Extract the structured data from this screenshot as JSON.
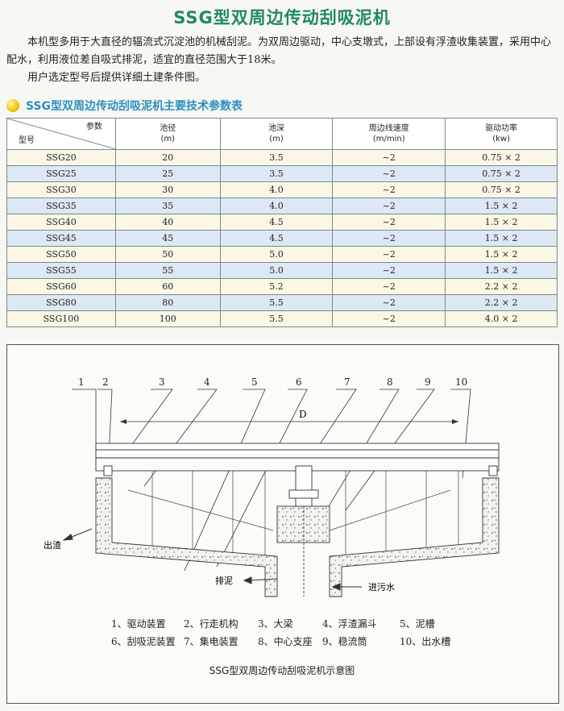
{
  "title": "SSG型双周边传动刮吸泥机",
  "intro": {
    "para1": "本机型多用于大直径的辐流式沉淀池的机械刮泥。为双周边驱动，中心支墩式，上部设有浮渣收集装置，采用中心配水，利用液位差自吸式排泥，适宜的直径范围大于18米。",
    "para2": "用户选定型号后提供详细土建条件图。"
  },
  "table_title": "SSG型双周边传动刮吸泥机主要技术参数表",
  "table": {
    "corner_top": "参数",
    "corner_bottom": "型号",
    "headers": [
      {
        "name": "池径",
        "unit": "(m)"
      },
      {
        "name": "池深",
        "unit": "(m)"
      },
      {
        "name": "周边线速度",
        "unit": "(m/min)"
      },
      {
        "name": "驱动功率",
        "unit": "(kw)"
      }
    ],
    "rows": [
      {
        "model": "SSG20",
        "diameter": "20",
        "depth": "3.5",
        "speed": "~2",
        "power": "0.75 × 2"
      },
      {
        "model": "SSG25",
        "diameter": "25",
        "depth": "3.5",
        "speed": "~2",
        "power": "0.75 × 2"
      },
      {
        "model": "SSG30",
        "diameter": "30",
        "depth": "4.0",
        "speed": "~2",
        "power": "0.75 × 2"
      },
      {
        "model": "SSG35",
        "diameter": "35",
        "depth": "4.0",
        "speed": "~2",
        "power": "1.5 × 2"
      },
      {
        "model": "SSG40",
        "diameter": "40",
        "depth": "4.5",
        "speed": "~2",
        "power": "1.5 × 2"
      },
      {
        "model": "SSG45",
        "diameter": "45",
        "depth": "4.5",
        "speed": "~2",
        "power": "1.5 × 2"
      },
      {
        "model": "SSG50",
        "diameter": "50",
        "depth": "5.0",
        "speed": "~2",
        "power": "1.5 × 2"
      },
      {
        "model": "SSG55",
        "diameter": "55",
        "depth": "5.0",
        "speed": "~2",
        "power": "1.5 × 2"
      },
      {
        "model": "SSG60",
        "diameter": "60",
        "depth": "5.2",
        "speed": "~2",
        "power": "2.2 × 2"
      },
      {
        "model": "SSG80",
        "diameter": "80",
        "depth": "5.5",
        "speed": "~2",
        "power": "2.2 × 2"
      },
      {
        "model": "SSG100",
        "diameter": "100",
        "depth": "5.5",
        "speed": "~2",
        "power": "4.0 × 2"
      }
    ]
  },
  "diagram": {
    "numbers": [
      "1",
      "2",
      "3",
      "4",
      "5",
      "6",
      "7",
      "8",
      "9",
      "10"
    ],
    "dimension_label": "D",
    "label_outlet_scum": "出渣",
    "label_sludge_discharge": "排泥",
    "label_sewage_inlet": "进污水"
  },
  "legend": [
    [
      "1、驱动装置",
      "2、行走机构",
      "3、大梁",
      "4、浮渣漏斗",
      "5、泥槽"
    ],
    [
      "6、刮吸泥装置",
      "7、集电装置",
      "8、中心支座",
      "9、稳流筒",
      "10、出水槽"
    ]
  ],
  "caption": "SSG型双周边传动刮吸泥机示意图",
  "colors": {
    "title": "#1f8a5c",
    "subhead": "#2b8fbe",
    "row_odd": "#fbf7e6",
    "row_even": "#dce8f4"
  }
}
